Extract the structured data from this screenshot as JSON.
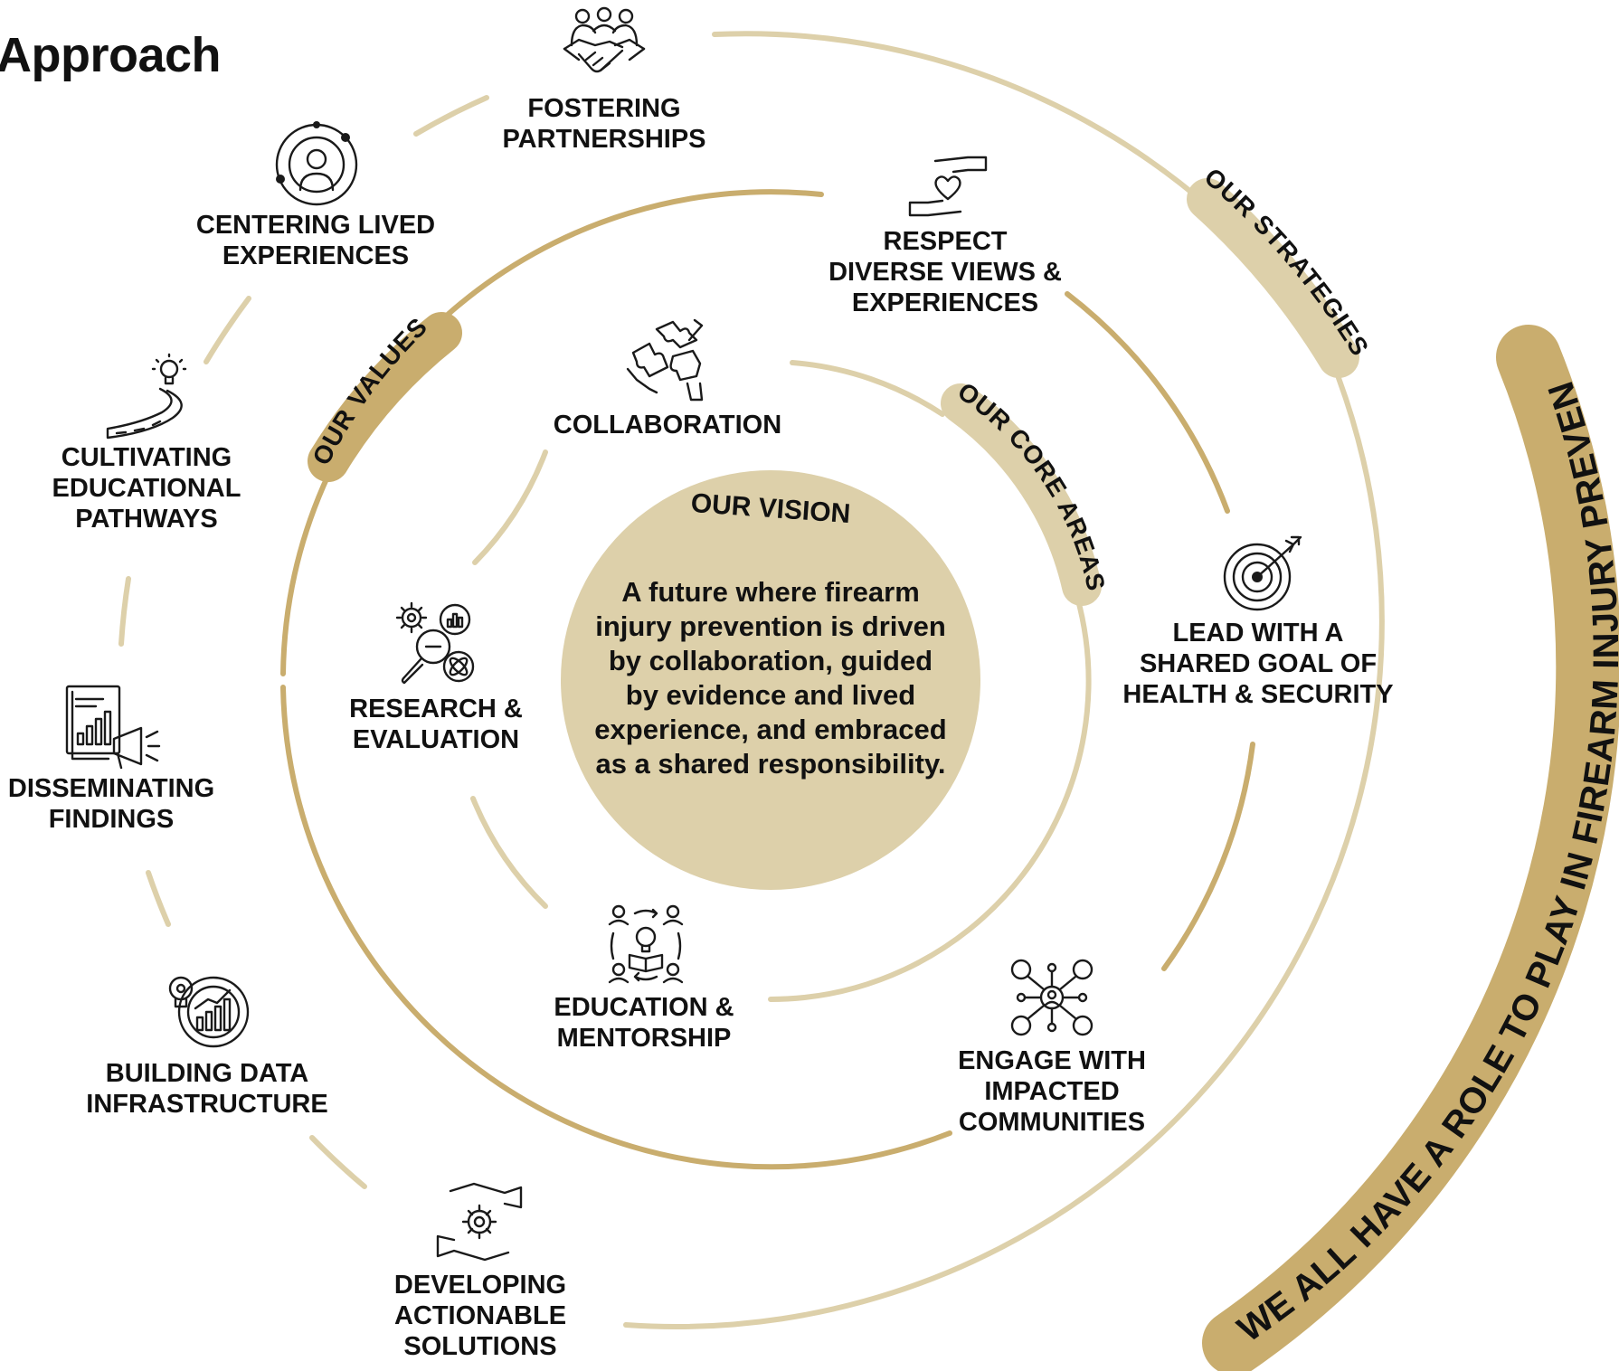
{
  "title": "Approach",
  "vision": {
    "heading": "OUR VISION",
    "text": "A future where firearm injury prevention is driven by collaboration, guided by evidence and lived experience, and embraced as a shared responsibility."
  },
  "ring_labels": {
    "core_areas": "OUR CORE AREAS",
    "values": "OUR VALUES",
    "strategies": "OUR STRATEGIES",
    "banner": "WE ALL HAVE A ROLE TO PLAY IN FIREARM INJURY PREVENTION"
  },
  "core_areas": {
    "collaboration": "COLLABORATION",
    "research": "RESEARCH &\nEVALUATION",
    "education": "EDUCATION &\nMENTORSHIP"
  },
  "values": {
    "respect": "RESPECT\nDIVERSE VIEWS &\nEXPERIENCES",
    "lead": "LEAD WITH A\nSHARED GOAL OF\nHEALTH & SECURITY",
    "engage": "ENGAGE WITH\nIMPACTED\nCOMMUNITIES"
  },
  "strategies": {
    "partnerships": "FOSTERING\nPARTNERSHIPS",
    "lived": "CENTERING LIVED\nEXPERIENCES",
    "pathways": "CULTIVATING\nEDUCATIONAL\nPATHWAYS",
    "disseminating": "DISSEMINATING\nFINDINGS",
    "data": "BUILDING DATA\nINFRASTRUCTURE",
    "solutions": "DEVELOPING\nACTIONABLE\nSOLUTIONS"
  },
  "colors": {
    "gold": "#C9AD6E",
    "light_gold": "#DDD0AA",
    "vision_fill": "#DDD0AA",
    "banner": "#C9AD6E",
    "text": "#111111"
  },
  "icons": {
    "partnerships": "handshake-group-icon",
    "lived": "person-orbit-icon",
    "pathways": "road-lightbulb-icon",
    "disseminating": "report-megaphone-icon",
    "data": "lightbulb-chart-icon",
    "solutions": "hands-gear-icon",
    "respect": "hands-heart-icon",
    "lead": "target-arrow-icon",
    "engage": "people-network-icon",
    "collaboration": "puzzle-hands-icon",
    "research": "gears-magnifier-icon",
    "education": "mentorship-cycle-icon"
  }
}
